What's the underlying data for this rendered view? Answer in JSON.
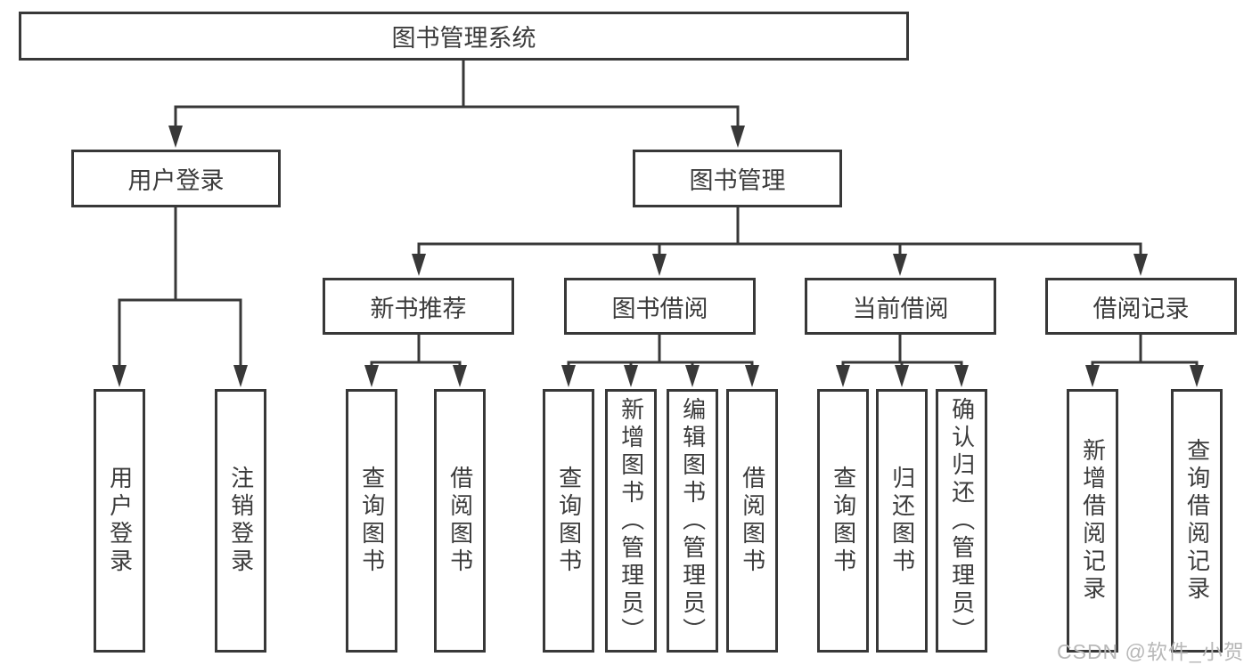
{
  "diagram": {
    "tree": {
      "root": {
        "label": "图书管理系统",
        "children": [
          {
            "label": "用户登录",
            "children": [
              {
                "label": "用户登录"
              },
              {
                "label": "注销登录"
              }
            ]
          },
          {
            "label": "图书管理",
            "children": [
              {
                "label": "新书推荐",
                "children": [
                  {
                    "label": "查询图书"
                  },
                  {
                    "label": "借阅图书"
                  }
                ]
              },
              {
                "label": "图书借阅",
                "children": [
                  {
                    "label": "查询图书"
                  },
                  {
                    "label": "新增图书（管理员）"
                  },
                  {
                    "label": "编辑图书（管理员）"
                  },
                  {
                    "label": "借阅图书"
                  }
                ]
              },
              {
                "label": "当前借阅",
                "children": [
                  {
                    "label": "查询图书"
                  },
                  {
                    "label": "归还图书"
                  },
                  {
                    "label": "确认归还（管理员）"
                  }
                ]
              },
              {
                "label": "借阅记录",
                "children": [
                  {
                    "label": "新增借阅记录"
                  },
                  {
                    "label": "查询借阅记录"
                  }
                ]
              }
            ]
          }
        ]
      }
    },
    "colors": {
      "line": "#383838",
      "text": "#3c3c3c",
      "background": "#ffffff"
    }
  },
  "watermark": {
    "text": "CSDN @软件_小贺同学",
    "color": "#b8b8b8"
  }
}
